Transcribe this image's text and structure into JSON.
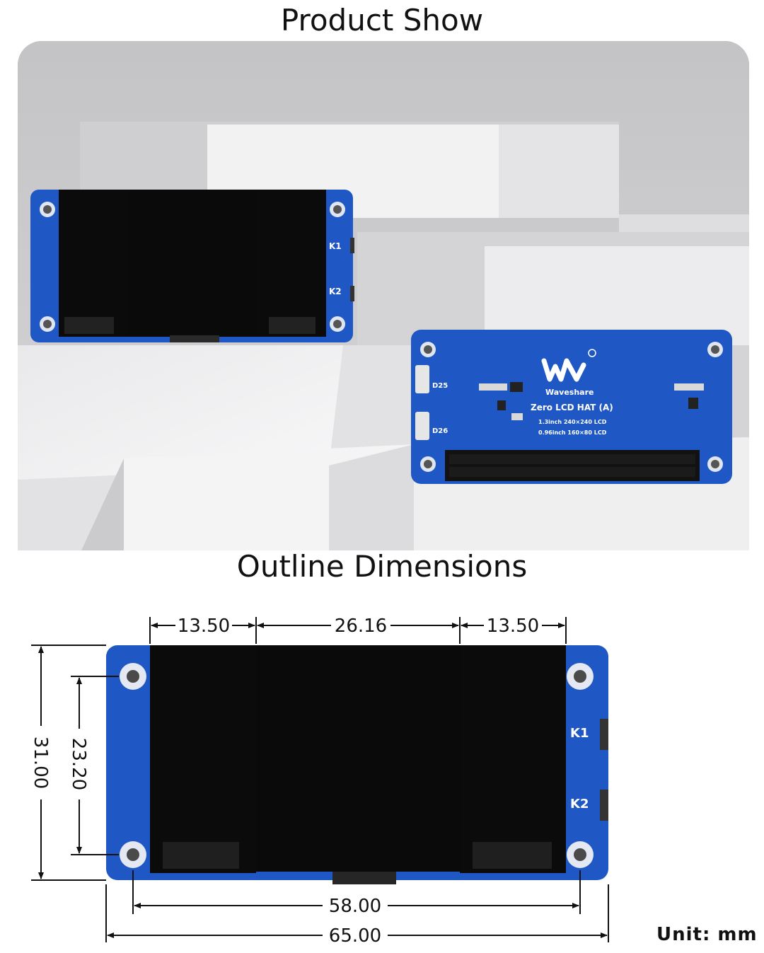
{
  "titles": {
    "product_show": "Product Show",
    "outline_dimensions": "Outline Dimensions"
  },
  "board_front": {
    "button_labels": [
      "K1",
      "K2"
    ]
  },
  "board_back": {
    "brand_logo": "Waveshare",
    "product_name": "Zero LCD HAT (A)",
    "spec_line_1": "1.3inch 240×240 LCD",
    "spec_line_2": "0.96inch 160×80 LCD",
    "pin_labels": [
      "D25",
      "D26"
    ]
  },
  "dimensions": {
    "left_screen_width": "13.50",
    "center_screen_width": "26.16",
    "right_screen_width": "13.50",
    "total_height": "31.00",
    "hole_spacing_vertical": "23.20",
    "hole_spacing_horizontal": "58.00",
    "total_width": "65.00"
  },
  "unit": "Unit:  mm",
  "colors": {
    "pcb_blue": "#1f57c4",
    "screen_black": "#0b0b0c",
    "background_gray": "#c9c9cb"
  }
}
